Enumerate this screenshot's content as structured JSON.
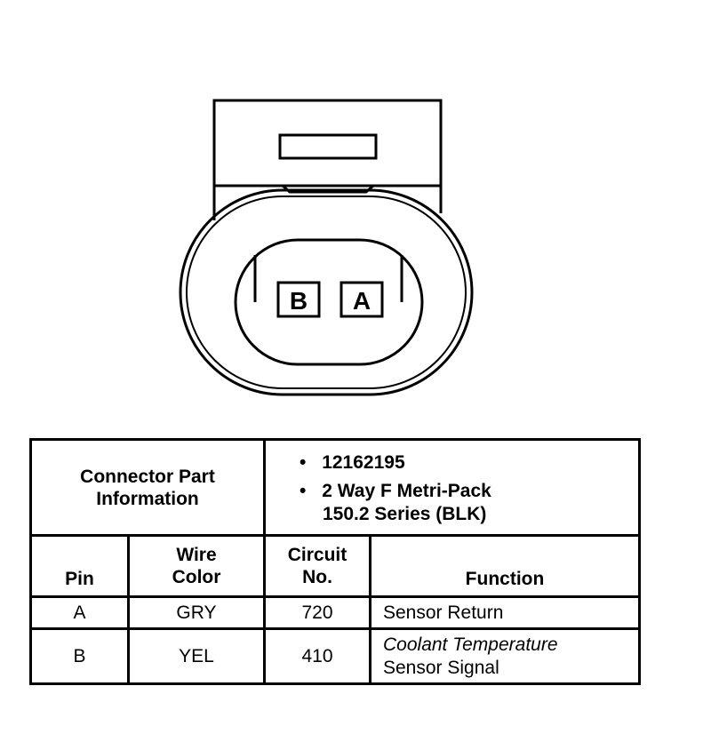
{
  "connector": {
    "pin_labels": [
      "B",
      "A"
    ]
  },
  "table": {
    "part_info_label_line1": "Connector Part",
    "part_info_label_line2": "Information",
    "part_number": "12162195",
    "part_desc_line1": "2 Way F Metri-Pack",
    "part_desc_line2": "150.2 Series (BLK)",
    "bullet": "•",
    "headers": {
      "pin": "Pin",
      "wire_color_line1": "Wire",
      "wire_color_line2": "Color",
      "circuit_line1": "Circuit",
      "circuit_line2": "No.",
      "function": "Function"
    },
    "rows": [
      {
        "pin": "A",
        "wire_color": "GRY",
        "circuit": "720",
        "function_line1": "Sensor Return",
        "function_line2": ""
      },
      {
        "pin": "B",
        "wire_color": "YEL",
        "circuit": "410",
        "function_line1": "Coolant Temperature",
        "function_line2": "Sensor Signal"
      }
    ]
  }
}
